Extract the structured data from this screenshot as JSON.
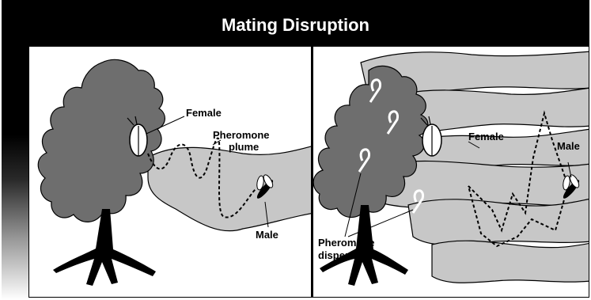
{
  "title": "Mating Disruption",
  "left_panel": {
    "female_label": "Female",
    "plume_label_line1": "Pheromone",
    "plume_label_line2": "plume",
    "male_label": "Male"
  },
  "right_panel": {
    "female_label": "Female",
    "male_label": "Male",
    "dispensers_label_line1": "Pheromone",
    "dispensers_label_line2": "dispensers"
  },
  "colors": {
    "tree": "#6e6e6e",
    "plume": "#c7c7c7",
    "outline": "#000000"
  }
}
